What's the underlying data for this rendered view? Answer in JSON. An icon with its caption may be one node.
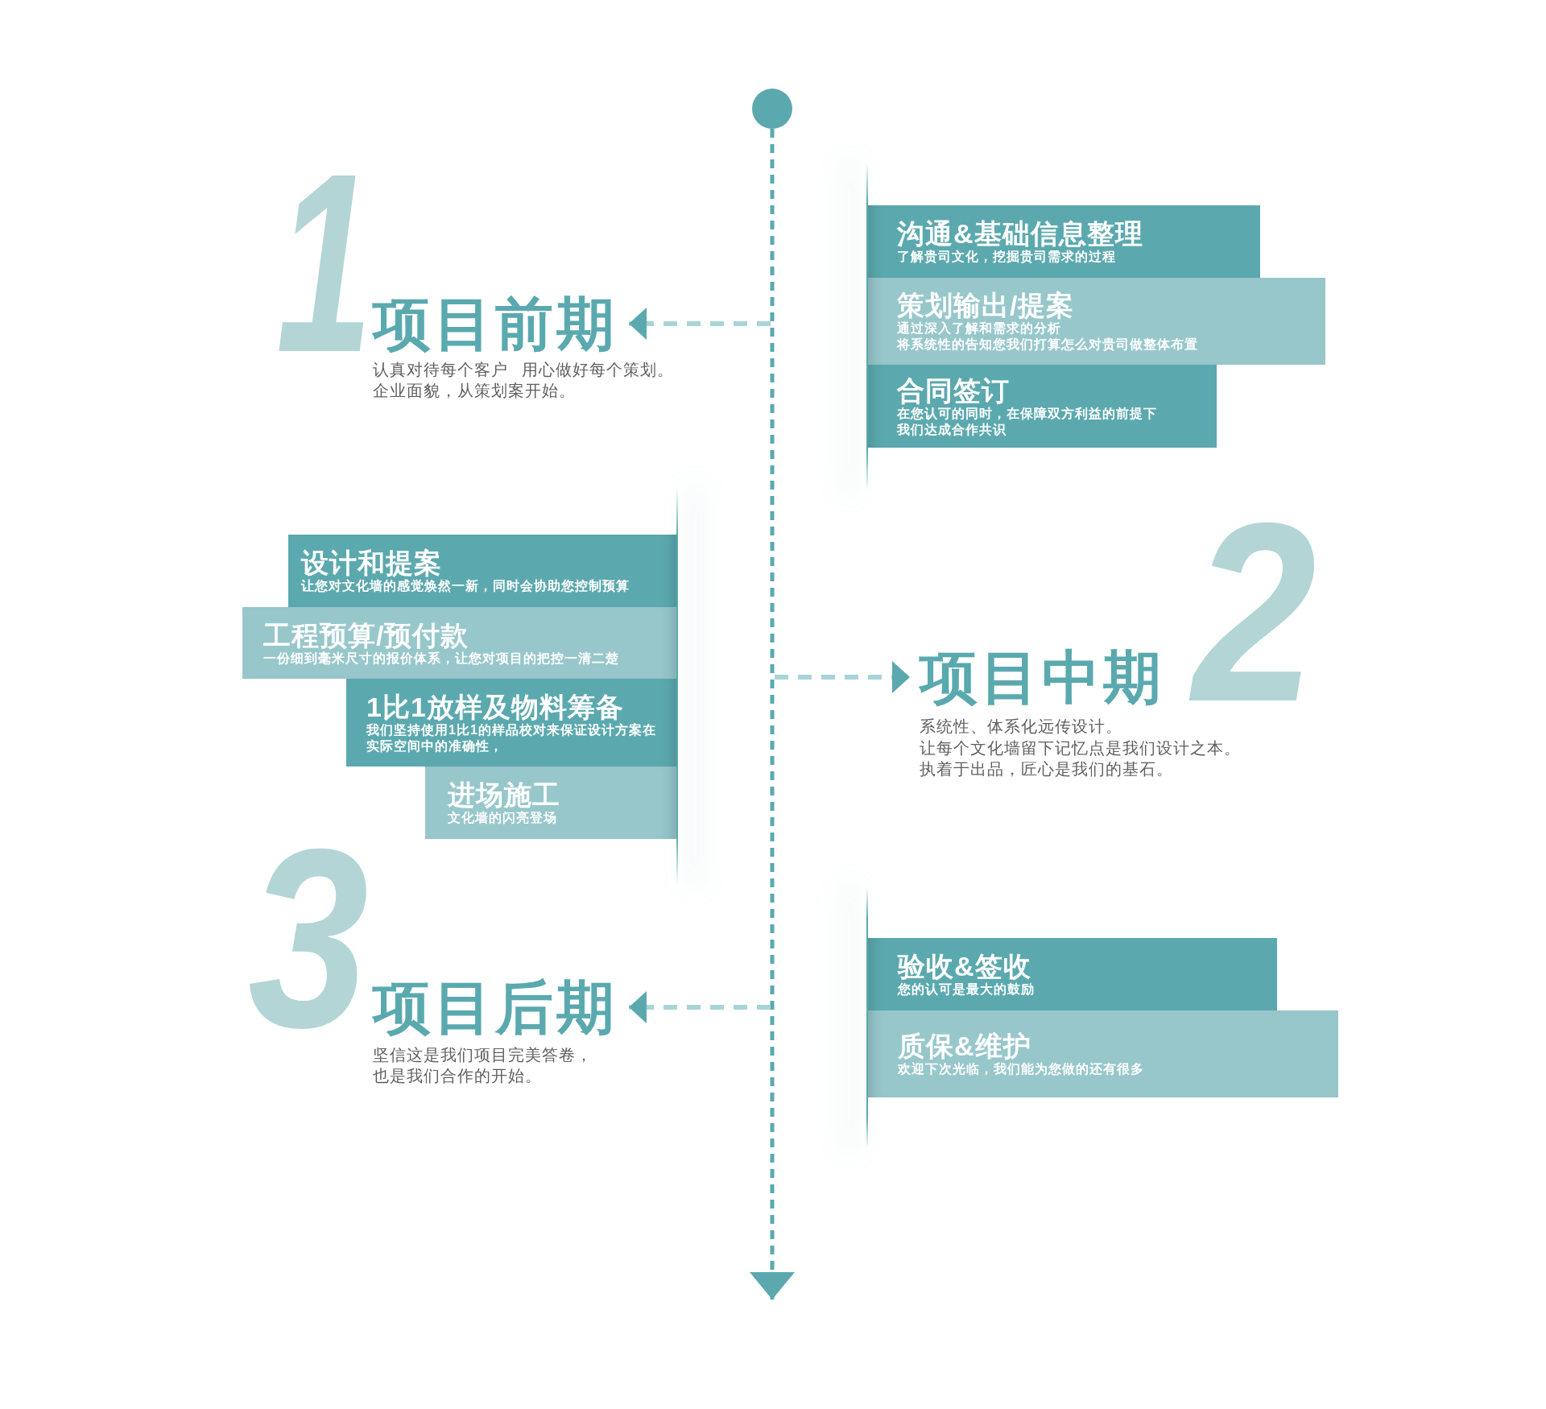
{
  "diagram": {
    "nodes": [
      {
        "text": [],
        "shape": "circle"
      },
      {
        "text": [
          "项目前期"
        ],
        "beside": [
          "1",
          "认真对待每个客户 用心做好每个策划。企业面貌，从策划案开始。"
        ]
      },
      {
        "text": [
          "沟通&基础信息整理",
          "了解贵司文化，挖掘贵司需求的过程"
        ]
      },
      {
        "text": [
          "策划输出/提案",
          "通过深入了解和需求的分析",
          "将系统性的告知您我们打算怎么对贵司做整体布置"
        ]
      },
      {
        "text": [
          "合同签订",
          "在您认可的同时，在保障双方利益的前提下我们达成合作共识"
        ]
      },
      {
        "text": [
          "设计和提案",
          "让您对文化墙的感觉焕然一新，同时会协助您控制预算"
        ]
      },
      {
        "text": [
          "工程预算/预付款",
          "一份细到毫米尺寸的报价体系，让您对项目的把控一清二楚"
        ]
      },
      {
        "text": [
          "1比1放样及物料筹备",
          "我们坚持使用1比1的样品校对来保证设计方案在实际空间中的准确性，"
        ]
      },
      {
        "text": [
          "进场施工",
          "文化墙的闪亮登场"
        ]
      },
      {
        "text": [
          "项目中期"
        ],
        "beside": [
          "2",
          "系统性、体系化远传设计。",
          "让每个文化墙留下记忆点是我们设计之本。",
          "执着于出品，匠心是我们的基石。"
        ]
      },
      {
        "text": [
          "项目后期"
        ],
        "beside": [
          "3",
          "坚信这是我们项目完美答卷，也是我们合作的开始。"
        ]
      },
      {
        "text": [
          "验收&签收",
          "您的认可是最大的鼓励"
        ]
      },
      {
        "text": [
          "质保&维护",
          "欢迎下次光临，我们能为您做的还有很多"
        ]
      }
    ],
    "edges": [
      {
        "from": 0,
        "to": null,
        "arrow": "to",
        "style": "dashed",
        "color": "#5ba9ae"
      },
      {
        "from": null,
        "to": 1,
        "arrow": "to",
        "style": "dashed"
      },
      {
        "from": null,
        "to": 9,
        "arrow": "to",
        "style": "dashed"
      },
      {
        "from": null,
        "to": 10,
        "arrow": "to",
        "style": "dashed"
      }
    ]
  }
}
